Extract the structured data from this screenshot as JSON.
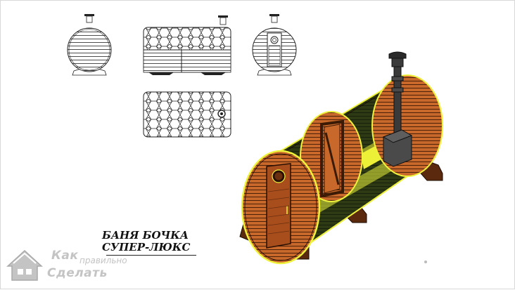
{
  "title": {
    "line1": "БАНЯ БОЧКА",
    "line2": "СУПЕР-ЛЮКС"
  },
  "watermark": {
    "word1": "Как",
    "word2": "правильно",
    "word3": "Сделать",
    "icon": "house-icon"
  },
  "colors": {
    "wood": "#c8682a",
    "wood_dark": "#7a3512",
    "interior": "#2d3a14",
    "highlight": "#eef23c",
    "steel": "#3a3a3a",
    "watermark": "#c4c4c4"
  }
}
